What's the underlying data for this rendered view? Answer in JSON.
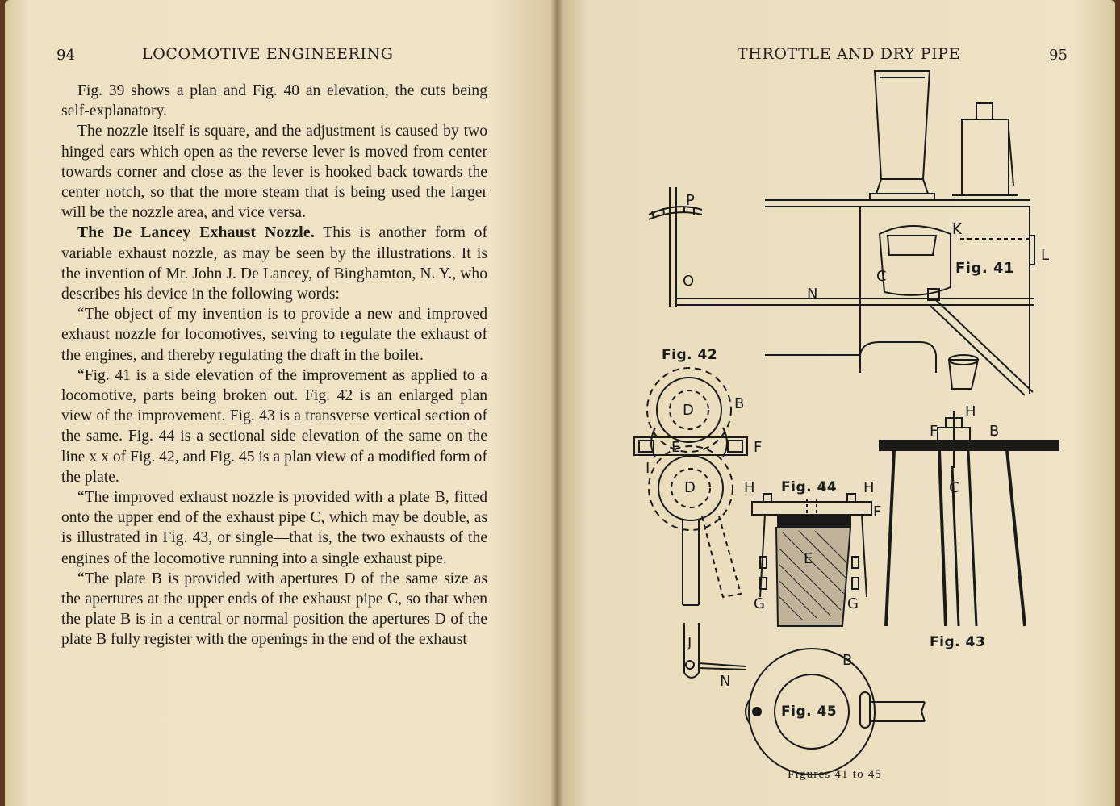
{
  "left_page": {
    "page_number": "94",
    "running_head": "LOCOMOTIVE ENGINEERING",
    "paragraphs": [
      "Fig. 39 shows a plan and Fig. 40 an elevation, the cuts being self-explanatory.",
      "The nozzle itself is square, and the adjustment is caused by two hinged ears which open as the reverse lever is moved from center towards corner and close as the lever is hooked back towards the center notch, so that the more steam that is being used the larger will be the nozzle area, and vice versa.",
      "This is another form of variable exhaust nozzle, as may be seen by the illustrations. It is the invention of Mr. John J. De Lancey, of Binghamton, N. Y., who describes his device in the following words:",
      "“The object of my invention is to provide a new and improved exhaust nozzle for locomotives, serving to regulate the exhaust of the engines, and thereby regulating the draft in the boiler.",
      "“Fig. 41 is a side elevation of the improvement as applied to a locomotive, parts being broken out. Fig. 42 is an enlarged plan view of the improvement. Fig. 43 is a transverse vertical section of the same. Fig. 44 is a sectional side elevation of the same on the line x x of Fig. 42, and Fig. 45 is a plan view of a modified form of the plate.",
      "“The improved exhaust nozzle is provided with a plate B, fitted onto the upper end of the exhaust pipe C, which may be double, as is illustrated in Fig. 43, or single—that is, the two exhausts of the engines of the locomotive running into a single exhaust pipe.",
      "“The plate B is provided with apertures D of the same size as the apertures at the upper ends of the exhaust pipe C, so that when the plate B is in a central or normal position the apertures D of the plate B fully register with the openings in the end of the exhaust"
    ],
    "section_heading": "The De Lancey Exhaust Nozzle."
  },
  "right_page": {
    "page_number": "95",
    "running_head": "THROTTLE AND DRY PIPE",
    "caption": "Figures 41 to 45",
    "figures": {
      "fig41": {
        "title": "Fig. 41",
        "labels": {
          "P": "P",
          "O": "O",
          "N": "N",
          "C": "C",
          "K": "K",
          "L": "L"
        }
      },
      "fig42": {
        "title": "Fig. 42",
        "labels": {
          "B": "B",
          "D_top": "D",
          "D_bottom": "D",
          "E": "E",
          "F": "F",
          "I": "I",
          "H": "H",
          "J": "J",
          "N": "N"
        }
      },
      "fig43": {
        "title": "Fig. 43",
        "labels": {
          "H": "H",
          "F": "F",
          "B": "B",
          "C": "C"
        }
      },
      "fig44": {
        "title": "Fig. 44",
        "labels": {
          "H_right": "H",
          "F": "F",
          "E": "E",
          "G_left": "G",
          "G_right": "G"
        }
      },
      "fig45": {
        "title": "Fig. 45",
        "labels": {
          "B": "B"
        }
      }
    }
  }
}
